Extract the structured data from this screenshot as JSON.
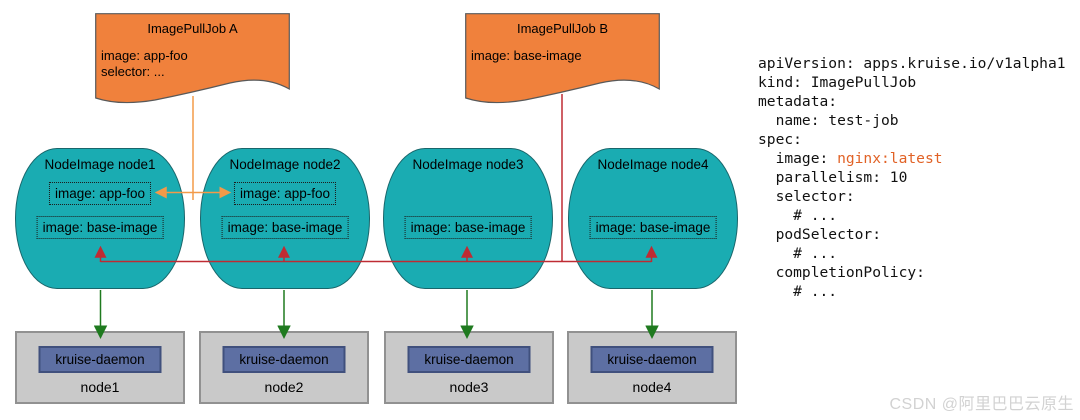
{
  "jobs": [
    {
      "title": "ImagePullJob A",
      "line1": "image: app-foo",
      "line2": "selector: ..."
    },
    {
      "title": "ImagePullJob B",
      "line1": "image: base-image"
    }
  ],
  "nodeimages": [
    {
      "title": "NodeImage node1",
      "app": "image: app-foo",
      "base": "image: base-image"
    },
    {
      "title": "NodeImage node2",
      "app": "image: app-foo",
      "base": "image: base-image"
    },
    {
      "title": "NodeImage node3",
      "base": "image: base-image"
    },
    {
      "title": "NodeImage node4",
      "base": "image: base-image"
    }
  ],
  "nodes": [
    {
      "daemon": "kruise-daemon",
      "label": "node1"
    },
    {
      "daemon": "kruise-daemon",
      "label": "node2"
    },
    {
      "daemon": "kruise-daemon",
      "label": "node3"
    },
    {
      "daemon": "kruise-daemon",
      "label": "node4"
    }
  ],
  "yaml": {
    "lines_before": [
      "apiVersion: apps.kruise.io/v1alpha1",
      "kind: ImagePullJob",
      "metadata:",
      "  name: test-job",
      "spec:"
    ],
    "image_key": "  image: ",
    "image_value": "nginx:latest",
    "lines_after": [
      "  parallelism: 10",
      "  selector:",
      "    # ...",
      "  podSelector:",
      "    # ...",
      "  completionPolicy:",
      "    # ..."
    ]
  },
  "watermark": "CSDN @阿里巴巴云原生",
  "colors": {
    "flag_orange": "#F0813C",
    "node_teal": "#1AACB2",
    "daemon_blue": "#5D6FA3",
    "node_gray": "#C9C9C9",
    "arrow_orange": "#F29A49",
    "arrow_red": "#BF2B33",
    "arrow_green": "#1F7A1F",
    "yaml_value_orange": "#E16226"
  }
}
